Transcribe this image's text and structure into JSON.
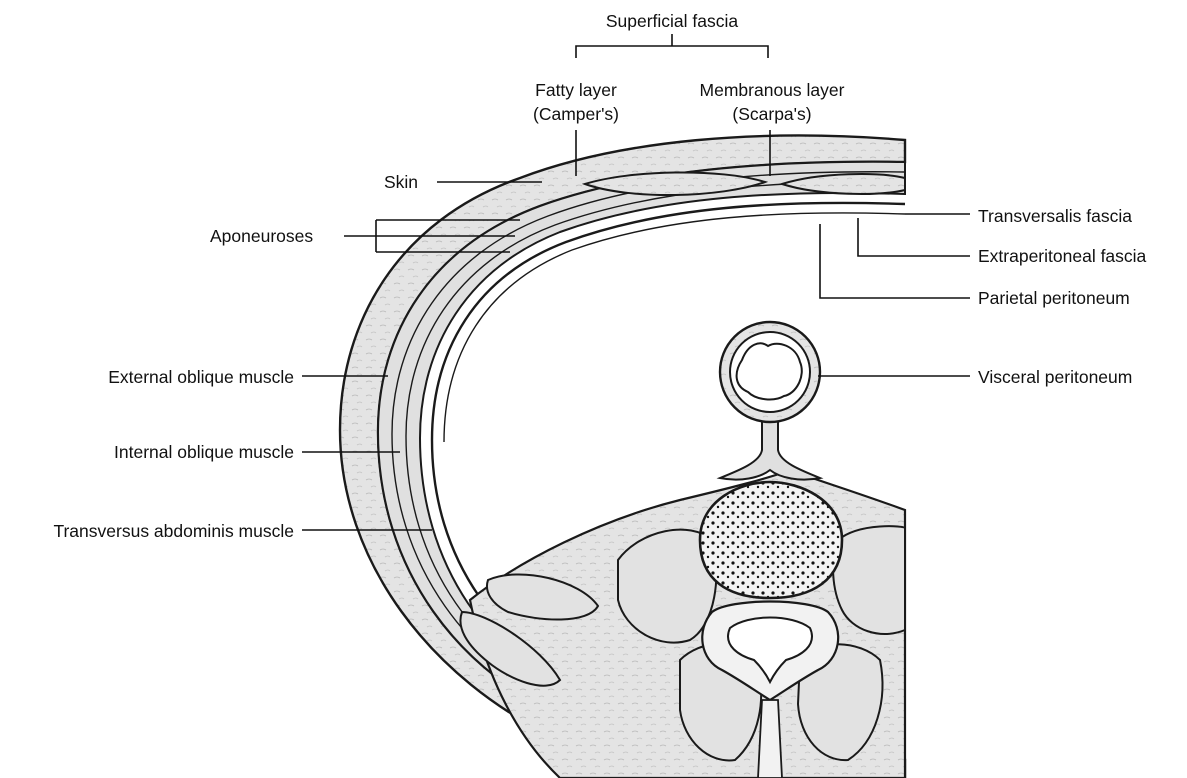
{
  "labels": {
    "superficial_fascia": "Superficial fascia",
    "fatty_layer_line1": "Fatty layer",
    "fatty_layer_line2": "(Camper's)",
    "membranous_layer_line1": "Membranous layer",
    "membranous_layer_line2": "(Scarpa's)",
    "skin": "Skin",
    "aponeuroses": "Aponeuroses",
    "transversalis_fascia": "Transversalis fascia",
    "extraperitoneal_fascia": "Extraperitoneal fascia",
    "parietal_peritoneum": "Parietal peritoneum",
    "visceral_peritoneum": "Visceral peritoneum",
    "external_oblique": "External oblique muscle",
    "internal_oblique": "Internal oblique muscle",
    "transversus_abdominis": "Transversus abdominis muscle"
  },
  "colors": {
    "ink": "#1a1a1a",
    "tissue_fill": "#e6e6e6",
    "muscle_fill": "#dcdcdc",
    "bone_fill": "#f2f2f2",
    "background": "#ffffff"
  }
}
